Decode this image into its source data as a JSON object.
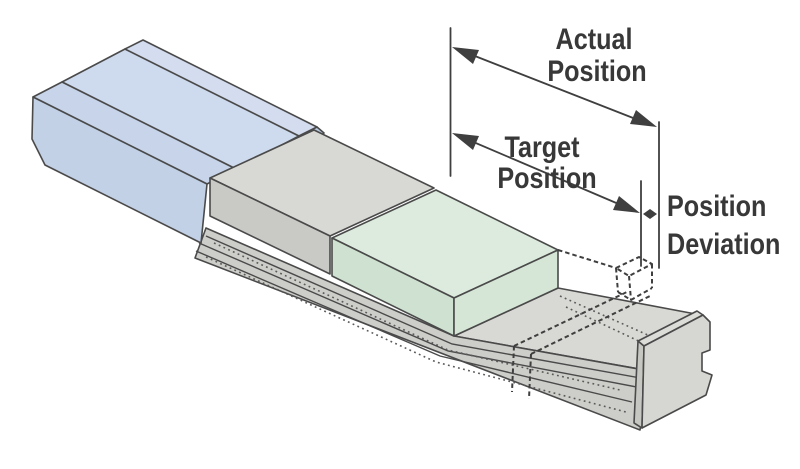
{
  "diagram": {
    "labels": {
      "actual_position": {
        "line1": "Actual",
        "line2": "Position"
      },
      "target_position": {
        "line1": "Target",
        "line2": "Position"
      },
      "position_deviation": {
        "line1": "Position",
        "line2": "Deviation"
      }
    },
    "colors": {
      "fixed_block_top": "#d3ddef",
      "fixed_block_slope": "#cedaee",
      "fixed_block_flange_top": "#c7d4e9",
      "fixed_block_front": "#c3d1e7",
      "fixed_block_end": "#b9c9e0",
      "carriage_top": "#d8d8d4",
      "carriage_front": "#c9c9c5",
      "target_block_top": "#dcebdd",
      "target_block_front": "#cfe2d1",
      "target_block_end": "#d5e6d7",
      "rail_top": "#d8d8d4",
      "rail_front": "#cdcdc9",
      "end_cap_face": "#d6d6d2",
      "end_cap_top": "#dcdcd9",
      "end_cap_side": "#c6c6c2",
      "outline": "#4a4a4a",
      "label_text": "#383838"
    }
  }
}
